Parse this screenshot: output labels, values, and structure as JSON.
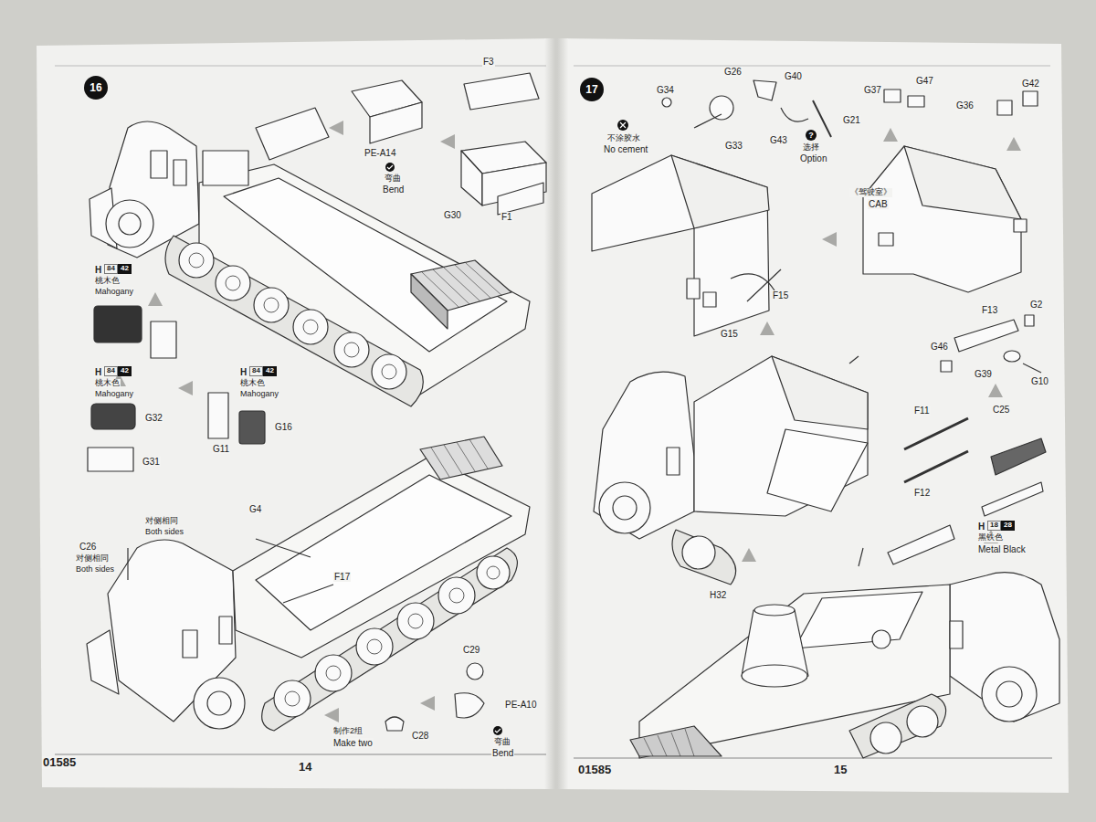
{
  "diagram": {
    "nodes": [
      {
        "text": [
          "16"
        ]
      },
      {
        "text": [
          "17"
        ]
      }
    ],
    "labels": [
      "F3",
      "PE-A14",
      "弯曲",
      "Bend",
      "G30",
      "F1",
      "H",
      "84",
      "42",
      "桃木色",
      "Mahogany",
      "H",
      "84",
      "42",
      "桃木色",
      "Mahogany",
      "H",
      "84",
      "42",
      "桃木色",
      "Mahogany",
      "G32",
      "G31",
      "G11",
      "G16",
      "G4",
      "对侧相同",
      "Both sides",
      "C26",
      "对侧相同",
      "Both sides",
      "F17",
      "C29",
      "PE-A10",
      "弯曲",
      "Bend",
      "制作2组",
      "Make two",
      "C28",
      "01585",
      "14",
      "G26",
      "G40",
      "G37",
      "G47",
      "G42",
      "G34",
      "不涂胶水",
      "No cement",
      "G33",
      "G43",
      "G21",
      "选择",
      "Option",
      "G36",
      "《驾驶室》",
      "CAB",
      "F15",
      "G15",
      "G2",
      "F13",
      "G46",
      "G39",
      "G10",
      "C25",
      "F11",
      "F12",
      "H",
      "18",
      "28",
      "黑铁色",
      "Metal Black",
      "H32",
      "01585",
      "15"
    ]
  }
}
